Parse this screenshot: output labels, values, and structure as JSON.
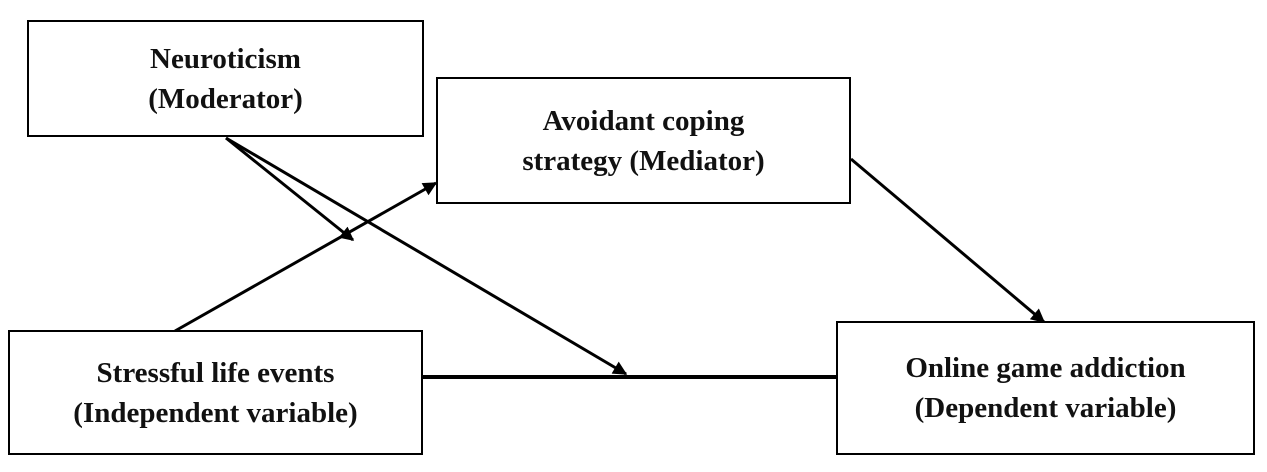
{
  "nodes": {
    "neuroticism": {
      "line1": "Neuroticism",
      "line2": "(Moderator)"
    },
    "avoidant": {
      "line1": "Avoidant coping",
      "line2": "strategy (Mediator)"
    },
    "stressful": {
      "line1": "Stressful life events",
      "line2": "(Independent variable)"
    },
    "online": {
      "line1": "Online game addiction",
      "line2": "(Dependent variable)"
    }
  },
  "colors": {
    "line": "#000000",
    "box_border": "#000000",
    "background": "#ffffff"
  }
}
